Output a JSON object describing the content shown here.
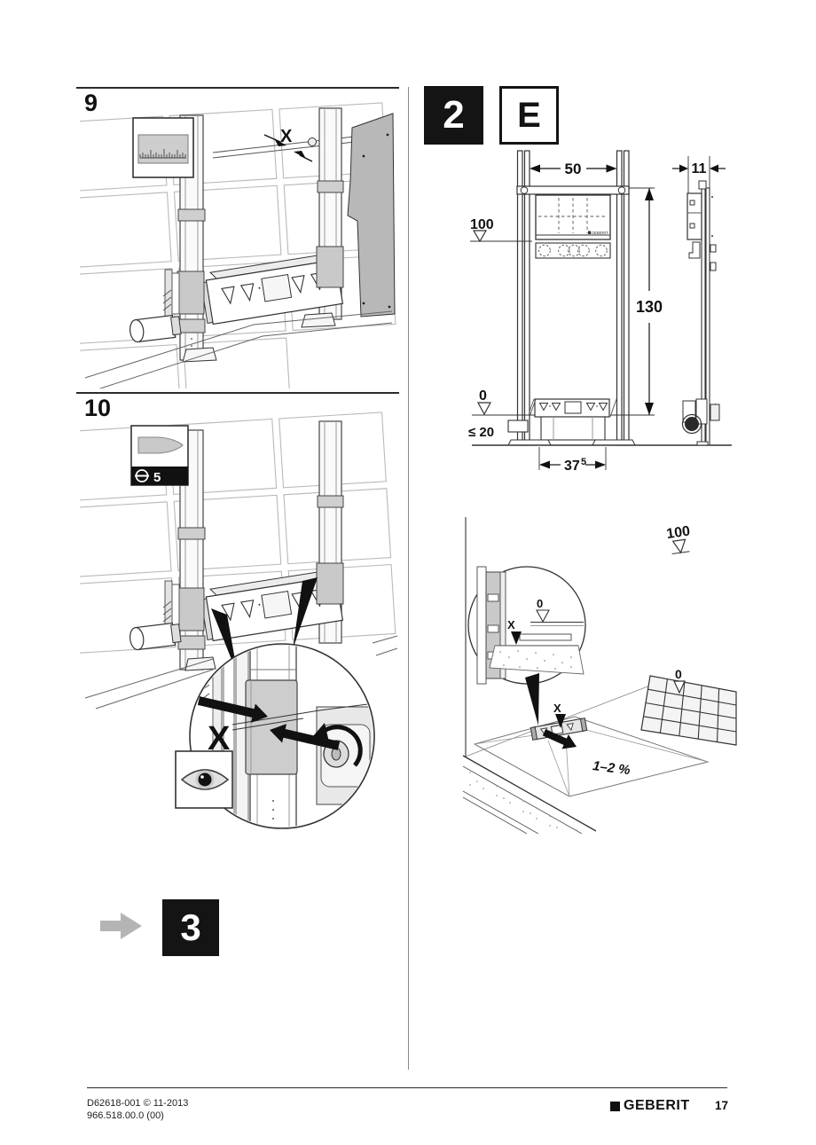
{
  "page": {
    "footer": {
      "doc_number": "D62618-001 © 11-2013",
      "doc_code": "966.518.00.0 (00)",
      "brand": "GEBERIT",
      "page_number": "17"
    }
  },
  "left": {
    "step9": {
      "number": "9",
      "x_label": "X"
    },
    "step10": {
      "number": "10",
      "tool_size": "5",
      "x_label": "X"
    },
    "next_step": {
      "number": "3"
    }
  },
  "right": {
    "section": {
      "number": "2",
      "variant": "E"
    },
    "front_view": {
      "width": "50",
      "depth": "11",
      "meter_mark": "100",
      "height": "130",
      "zero_mark": "0",
      "clearance": "≤ 20",
      "base_width": "37",
      "base_width_exp": "5",
      "brand_small": "GEBERIT"
    },
    "slope_view": {
      "meter_mark": "100",
      "zero_wall": "0",
      "zero_floor": "0",
      "x_detail": "X",
      "x_floor": "X",
      "slope": "1–2 %"
    }
  }
}
